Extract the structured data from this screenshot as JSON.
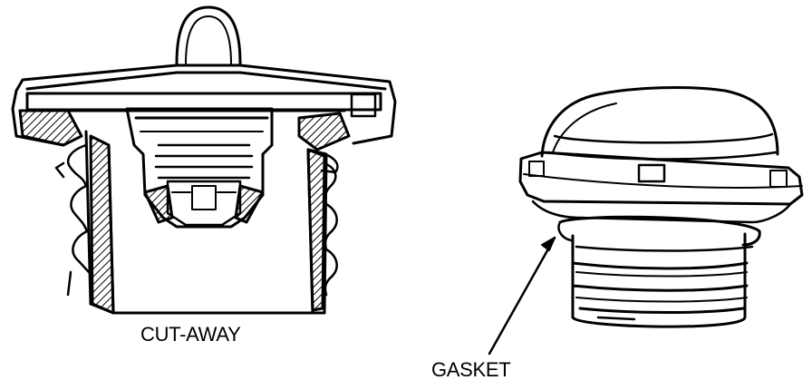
{
  "labels": {
    "cutaway": "CUT-AWAY",
    "gasket": "GASKET"
  },
  "illustration": {
    "items": [
      "fuel-cap-cutaway",
      "fuel-cap-exterior"
    ],
    "line_color": "#000000",
    "hatch_color": "#000000",
    "background": "#ffffff"
  }
}
